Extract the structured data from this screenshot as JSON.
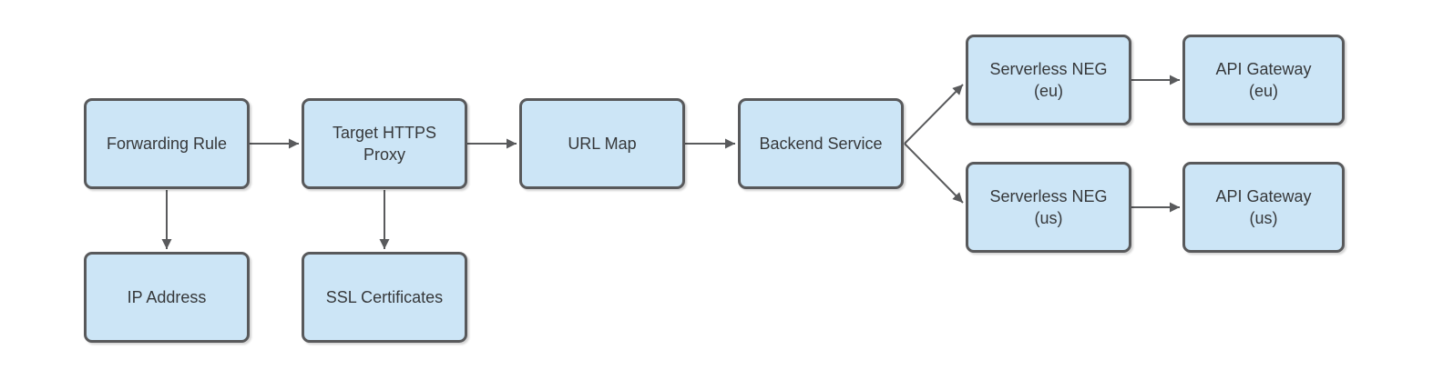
{
  "diagram": {
    "type": "flowchart",
    "nodes": [
      {
        "id": "forwarding-rule",
        "label": "Forwarding Rule"
      },
      {
        "id": "target-https-proxy",
        "label": "Target HTTPS\nProxy"
      },
      {
        "id": "url-map",
        "label": "URL Map"
      },
      {
        "id": "backend-service",
        "label": "Backend Service"
      },
      {
        "id": "serverless-neg-eu",
        "label": "Serverless NEG\n(eu)"
      },
      {
        "id": "api-gateway-eu",
        "label": "API Gateway\n(eu)"
      },
      {
        "id": "serverless-neg-us",
        "label": "Serverless NEG\n(us)"
      },
      {
        "id": "api-gateway-us",
        "label": "API Gateway\n(us)"
      },
      {
        "id": "ip-address",
        "label": "IP Address"
      },
      {
        "id": "ssl-certificates",
        "label": "SSL Certificates"
      }
    ],
    "edges": [
      {
        "from": "forwarding-rule",
        "to": "target-https-proxy"
      },
      {
        "from": "target-https-proxy",
        "to": "url-map"
      },
      {
        "from": "url-map",
        "to": "backend-service"
      },
      {
        "from": "backend-service",
        "to": "serverless-neg-eu"
      },
      {
        "from": "backend-service",
        "to": "serverless-neg-us"
      },
      {
        "from": "serverless-neg-eu",
        "to": "api-gateway-eu"
      },
      {
        "from": "serverless-neg-us",
        "to": "api-gateway-us"
      },
      {
        "from": "forwarding-rule",
        "to": "ip-address"
      },
      {
        "from": "target-https-proxy",
        "to": "ssl-certificates"
      }
    ],
    "colors": {
      "background": "#ffffff",
      "node_fill": "#cce5f6",
      "node_border": "#58595b",
      "arrow": "#595a5c",
      "text": "#36383a"
    }
  }
}
